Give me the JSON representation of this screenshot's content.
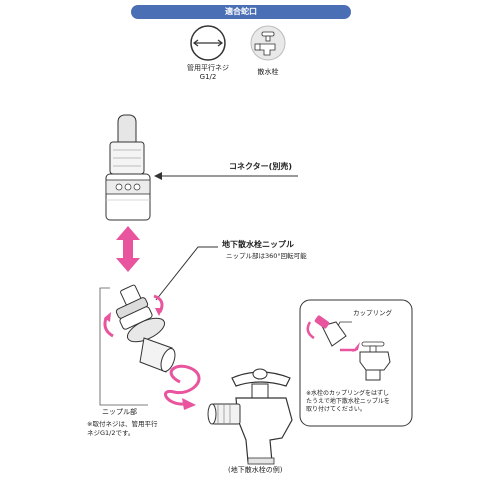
{
  "header": {
    "title": "適合蛇口"
  },
  "compatible": {
    "thread_label_line1": "管用平行ネジ",
    "thread_label_line2": "G1/2",
    "faucet_label": "散水栓"
  },
  "parts": {
    "connector_label": "コネクター(別売)",
    "nipple_label": "地下散水栓ニップル",
    "nipple_note": "ニップル部は360°回転可能",
    "nipple_part_label": "ニップル部",
    "thread_note_line1": "※取付ネジは、管用平行",
    "thread_note_line2": "ネジG1/2です。",
    "coupling_label": "カップリング",
    "coupling_note_line1": "※水栓のカップリングをはずし",
    "coupling_note_line2": "たうえで地下散水栓ニップルを",
    "coupling_note_line3": "取り付けてください。",
    "example_caption": "(地下散水栓の例)"
  },
  "colors": {
    "banner": "#4a6fb5",
    "arrow": "#e8559e",
    "line": "#333333"
  }
}
